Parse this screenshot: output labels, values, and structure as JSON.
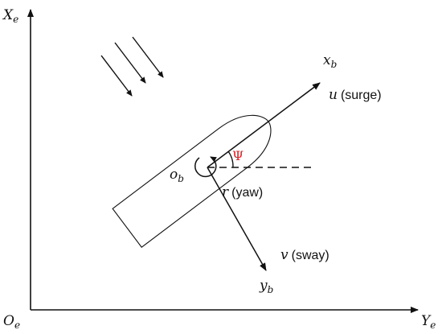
{
  "diagram": {
    "colors": {
      "line": "#111111",
      "psi": "#d6262b"
    },
    "axes": {
      "earth_x": {
        "symbol": "X",
        "subscript": "e"
      },
      "earth_y": {
        "symbol": "Y",
        "subscript": "e"
      },
      "earth_origin": {
        "symbol": "O",
        "subscript": "e"
      }
    },
    "body_frame": {
      "origin": {
        "symbol": "o",
        "subscript": "b"
      },
      "x_axis": {
        "symbol": "x",
        "subscript": "b"
      },
      "y_axis": {
        "symbol": "y",
        "subscript": "b"
      }
    },
    "velocities": {
      "surge": {
        "symbol": "u",
        "text": "(surge)"
      },
      "sway": {
        "symbol": "v",
        "text": "(sway)"
      },
      "yaw": {
        "symbol": "r",
        "text": "(yaw)"
      }
    },
    "heading_angle": "Ψ"
  }
}
